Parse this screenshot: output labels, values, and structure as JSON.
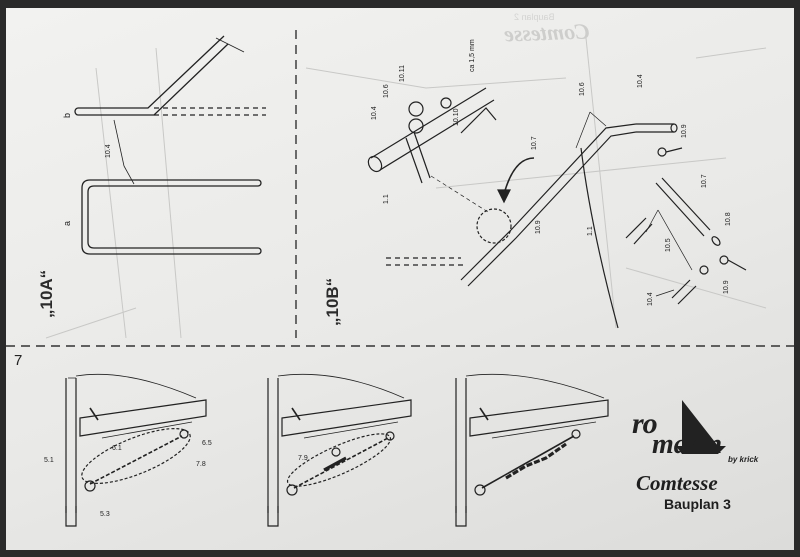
{
  "sections": {
    "a_label": "„10A“",
    "b_label": "„10B“",
    "page_number": "7"
  },
  "part_labels": {
    "a": "a",
    "b": "b",
    "p10_4": "10.4",
    "p10_5": "10.5",
    "p10_6": "10.6",
    "p10_7": "10.7",
    "p10_8": "10.8",
    "p10_9": "10.9",
    "p10_10": "10.10",
    "p10_11": "10.11",
    "p1_1": "1.1",
    "p5_1": "5.1",
    "p5_3": "5.3",
    "p6_1": "6.1",
    "p6_5": "6.5",
    "p7_8": "7.8",
    "p7_9": "7.9",
    "dim": "ca 1,5 mm"
  },
  "brand": {
    "logo_ro": "ro",
    "logo_marin": "marin",
    "logo_by": "by krick",
    "model": "Comtesse",
    "plan": "Bauplan 3"
  },
  "watermark": {
    "mirrored_title": "Comtesse",
    "mirrored_sub": "Bauplan 2"
  },
  "colors": {
    "paper": "#ececea",
    "ink": "#222222",
    "faint": "#bdbdbd"
  }
}
